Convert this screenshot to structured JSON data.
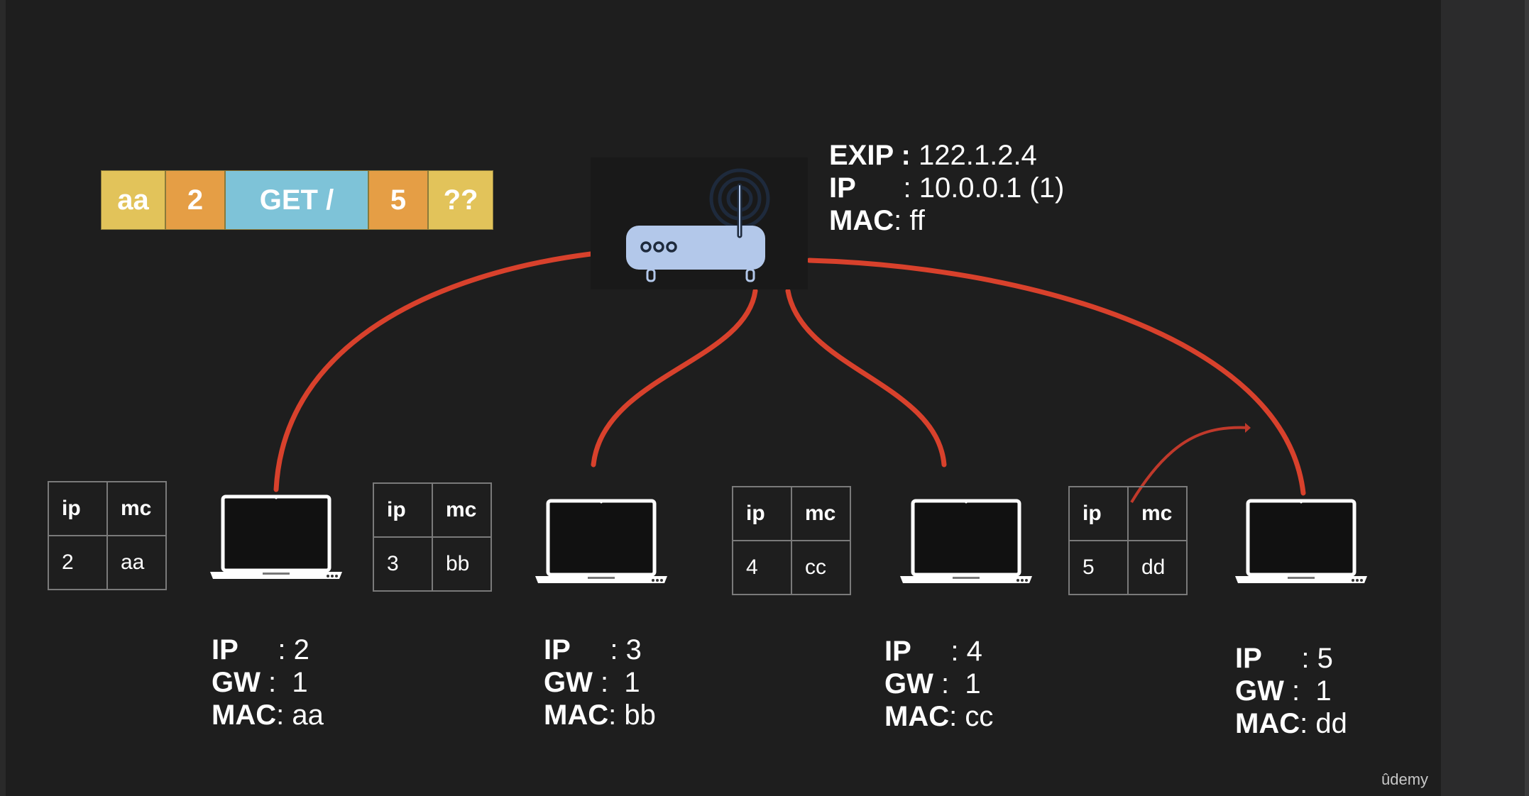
{
  "packet": {
    "fields": [
      {
        "text": "aa",
        "color": "#e2c35a"
      },
      {
        "text": "2",
        "color": "#e59e45"
      },
      {
        "text": "GET /",
        "color": "#7ec3d8"
      },
      {
        "text": "5",
        "color": "#e59e45"
      },
      {
        "text": "??",
        "color": "#e2c35a"
      }
    ]
  },
  "router": {
    "exip_key": "EXIP :",
    "exip_val": " 122.1.2.4",
    "ip_key": "IP",
    "ip_val": "      : 10.0.0.1 (1)",
    "mac_key": "MAC",
    "mac_val": ": ff"
  },
  "hosts": [
    {
      "table_h1": "ip",
      "table_h2": "mc",
      "table_ip": "2",
      "table_mc": "aa",
      "ip_key": "IP",
      "ip_val": "     : 2",
      "gw_key": "GW",
      "gw_val": " :  1",
      "mac_key": "MAC",
      "mac_val": ": aa"
    },
    {
      "table_h1": "ip",
      "table_h2": "mc",
      "table_ip": "3",
      "table_mc": "bb",
      "ip_key": "IP",
      "ip_val": "     : 3",
      "gw_key": "GW",
      "gw_val": " :  1",
      "mac_key": "MAC",
      "mac_val": ": bb"
    },
    {
      "table_h1": "ip",
      "table_h2": "mc",
      "table_ip": "4",
      "table_mc": "cc",
      "ip_key": "IP",
      "ip_val": "     : 4",
      "gw_key": "GW",
      "gw_val": " :  1",
      "mac_key": "MAC",
      "mac_val": ": cc"
    },
    {
      "table_h1": "ip",
      "table_h2": "mc",
      "table_ip": "5",
      "table_mc": "dd",
      "ip_key": "IP",
      "ip_val": "     : 5",
      "gw_key": "GW",
      "gw_val": " :  1",
      "mac_key": "MAC",
      "mac_val": ": dd"
    }
  ],
  "colors": {
    "wire": "#d8412c",
    "router_body": "#b3c8ea",
    "router_dark": "#1e2a3c"
  },
  "watermark": "ûdemy"
}
